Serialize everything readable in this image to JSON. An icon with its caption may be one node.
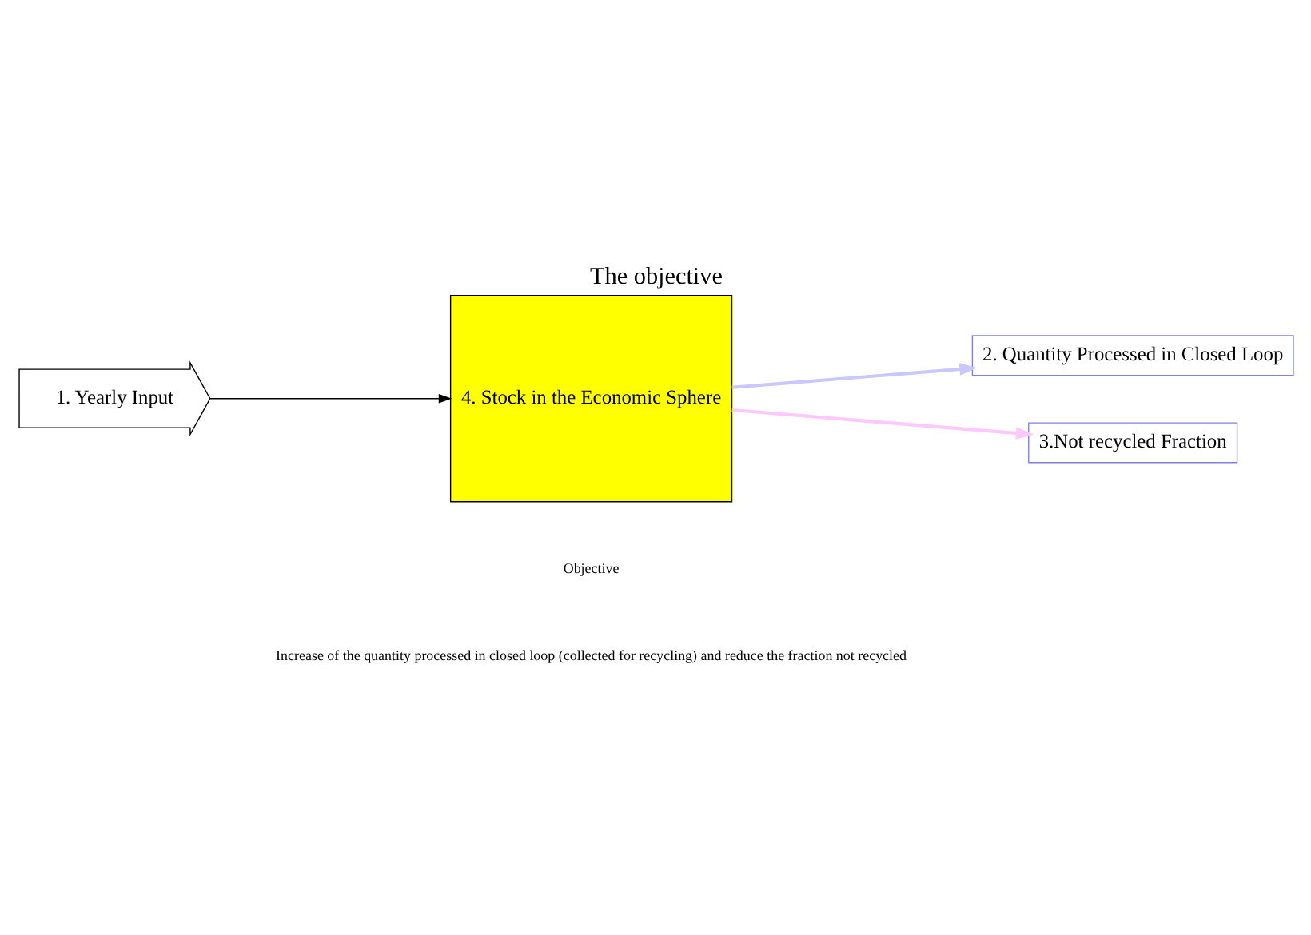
{
  "diagram": {
    "title": "The objective",
    "nodes": [
      {
        "text": [
          "1. Yearly Input"
        ]
      },
      {
        "text": [
          "4. Stock in the Economic Sphere"
        ]
      },
      {
        "text": [
          "2. Quantity Processed in Closed Loop"
        ]
      },
      {
        "text": [
          "3.Not recycled Fraction"
        ]
      }
    ],
    "edges": [
      {
        "from": 0,
        "to": 1,
        "arrow": "to"
      },
      {
        "from": 1,
        "to": 2,
        "arrow": "to",
        "color": "#c8c8ff"
      },
      {
        "from": 1,
        "to": 3,
        "arrow": "to",
        "color": "#ffc8ff"
      }
    ],
    "labels": [
      "Objective",
      "Increase of the quantity processed in closed loop (collected for recycling) and reduce the fraction not recycled"
    ]
  }
}
